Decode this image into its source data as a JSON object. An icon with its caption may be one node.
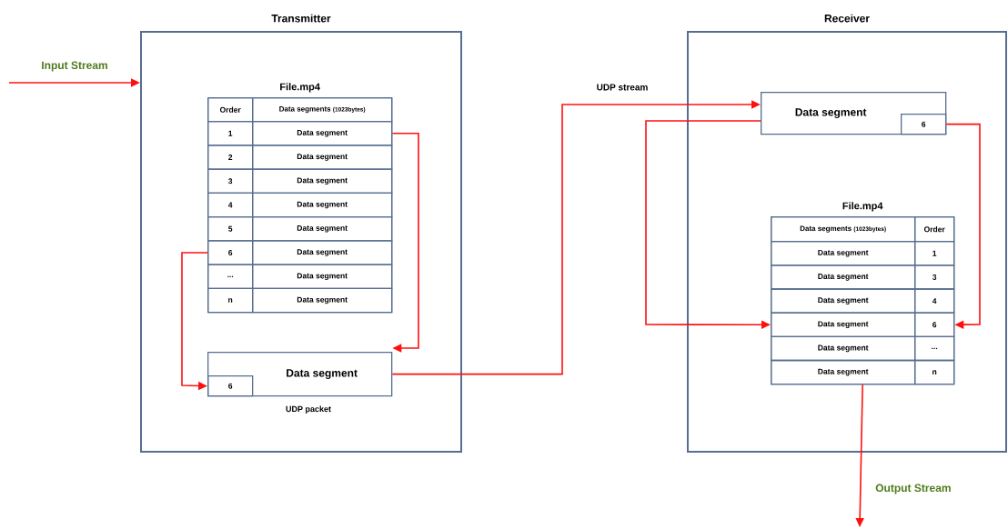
{
  "diagram": {
    "nodes": [
      {
        "text": [
          "Transmitter"
        ]
      },
      {
        "text": [
          "File.mp4"
        ],
        "in": 0
      },
      {
        "text": [
          "Order"
        ],
        "in": 1
      },
      {
        "text": [
          "Data segments",
          "(1023bytes)"
        ],
        "in": 1
      },
      {
        "text": [
          "1"
        ],
        "in": 1
      },
      {
        "text": [
          "Data segment"
        ],
        "in": 1
      },
      {
        "text": [
          "2"
        ],
        "in": 1
      },
      {
        "text": [
          "Data segment"
        ],
        "in": 1
      },
      {
        "text": [
          "3"
        ],
        "in": 1
      },
      {
        "text": [
          "Data segment"
        ],
        "in": 1
      },
      {
        "text": [
          "4"
        ],
        "in": 1
      },
      {
        "text": [
          "Data segment"
        ],
        "in": 1
      },
      {
        "text": [
          "5"
        ],
        "in": 1
      },
      {
        "text": [
          "Data segment"
        ],
        "in": 1
      },
      {
        "text": [
          "6"
        ],
        "in": 1
      },
      {
        "text": [
          "Data segment"
        ],
        "in": 1
      },
      {
        "text": [
          "..."
        ],
        "in": 1
      },
      {
        "text": [
          "Data segment"
        ],
        "in": 1
      },
      {
        "text": [
          "n"
        ],
        "in": 1
      },
      {
        "text": [
          "Data segment"
        ],
        "in": 1
      },
      {
        "text": [
          "Data segment"
        ],
        "beside": [
          "UDP packet"
        ],
        "in": 0
      },
      {
        "text": [
          "6"
        ],
        "in": 20
      },
      {
        "text": [
          "Receiver"
        ]
      },
      {
        "text": [
          "Data segment"
        ],
        "in": 22
      },
      {
        "text": [
          "6"
        ],
        "in": 23
      },
      {
        "text": [
          "File.mp4"
        ],
        "in": 22
      },
      {
        "text": [
          "Data segments",
          "(1023bytes)"
        ],
        "in": 25
      },
      {
        "text": [
          "Order"
        ],
        "in": 25
      },
      {
        "text": [
          "Data segment"
        ],
        "in": 25
      },
      {
        "text": [
          "1"
        ],
        "in": 25
      },
      {
        "text": [
          "Data segment"
        ],
        "in": 25
      },
      {
        "text": [
          "3"
        ],
        "in": 25
      },
      {
        "text": [
          "Data segment"
        ],
        "in": 25
      },
      {
        "text": [
          "4"
        ],
        "in": 25
      },
      {
        "text": [
          "Data segment"
        ],
        "in": 25
      },
      {
        "text": [
          "6"
        ],
        "in": 25
      },
      {
        "text": [
          "Data segment"
        ],
        "in": 25
      },
      {
        "text": [
          "..."
        ],
        "in": 25
      },
      {
        "text": [
          "Data segment"
        ],
        "in": 25
      },
      {
        "text": [
          "n"
        ],
        "in": 25
      }
    ],
    "edges": [
      {
        "from": null,
        "to": 0,
        "arrow": "to",
        "label": "Input Stream"
      },
      {
        "from": 5,
        "to": 20,
        "arrow": "to"
      },
      {
        "from": 14,
        "to": 21,
        "arrow": "to"
      },
      {
        "from": 20,
        "to": 23,
        "arrow": "to",
        "label": "UDP stream"
      },
      {
        "from": 23,
        "to": 34,
        "arrow": "to"
      },
      {
        "from": 24,
        "to": 35,
        "arrow": "to"
      },
      {
        "from": 25,
        "to": null,
        "arrow": "to",
        "label": "Output Stream"
      }
    ]
  }
}
